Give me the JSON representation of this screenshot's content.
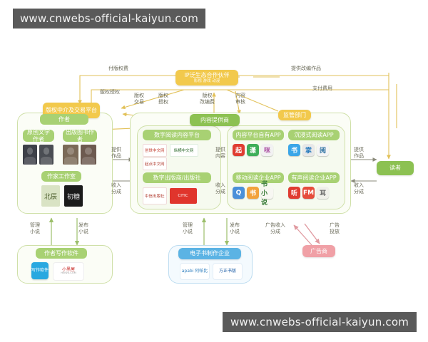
{
  "watermark": {
    "top": "www.cnwebs-official-kaiyun.com",
    "bottom": "www.cnwebs-official-kaiyun.com"
  },
  "colors": {
    "green": "#8cc152",
    "green_light": "#a8d173",
    "yellow": "#f2c94c",
    "pink": "#f0a0a6",
    "blue": "#5bb3e4",
    "frame": "#cfe0a8",
    "watermark_bg": "#5a5a5a"
  },
  "nodes": {
    "ip_partner": {
      "label": "IP泛生态合作伙伴",
      "sub": "影视  游戏  动漫"
    },
    "copyright_platform": {
      "label": "版权中介及交易平台"
    },
    "regulator": {
      "label": "监管部门"
    },
    "content_provider": {
      "label": "内容提供商"
    },
    "author": {
      "label": "作者"
    },
    "author_original": {
      "label": "原创文学作者"
    },
    "author_published": {
      "label": "出版图书作者"
    },
    "author_studio": {
      "label": "作家工作室"
    },
    "writing_software": {
      "label": "作者写作软件"
    },
    "reader": {
      "label": "读者"
    },
    "advertiser": {
      "label": "广告商"
    },
    "ebook_maker": {
      "label": "电子书制作企业"
    },
    "digital_reading_platform": {
      "label": "数字阅读内容平台"
    },
    "digital_publisher": {
      "label": "数字出版商/出版社"
    },
    "platform_own_app": {
      "label": "内容平台自有APP"
    },
    "immersive_reading_app": {
      "label": "沉浸式阅读APP"
    },
    "mobile_reading_app": {
      "label": "移动阅读企业APP"
    },
    "audio_reading_app": {
      "label": "有声阅读企业APP"
    }
  },
  "edge_labels": {
    "pay_royalty": "付版权费",
    "copyright_license": "版权授权",
    "copyright_trade": "版权\n交易",
    "copyright_auth": "版权\n授权",
    "copyright_adapt_fee": "版权\n改编费",
    "content_review": "内容\n审核",
    "provide_adapted_work": "提供改编作品",
    "pay_fee": "支付费用",
    "provide_work_left": "提供\n作品",
    "revenue_share_left": "收入\n分成",
    "provide_content": "提供\n内容",
    "revenue_share_mid": "收入\n分成",
    "provide_work_right": "提供\n作品",
    "revenue_share_right": "收入\n分成",
    "manage_novel_left": "管理\n小说",
    "publish_novel_left": "发布\n小说",
    "manage_novel_mid": "管理\n小说",
    "publish_novel_mid": "发布\n小说",
    "ad_revenue_share": "广告收入\n分成",
    "ad_placement": "广告\n投放"
  },
  "logos": {
    "author_photos": [
      "作者1",
      "作者2",
      "作者3",
      "作者4"
    ],
    "studio_books": [
      "北辰",
      "初糖"
    ],
    "writing_software": [
      "写作软件",
      "小黑屋"
    ],
    "writing_software_sub": "HEIWU.COM",
    "reading_platform": [
      "创世中文网",
      "起点中文网",
      "纵横中文网"
    ],
    "publishers": [
      "中信出版社",
      "CITIC"
    ],
    "platform_apps": [
      "起",
      "潇",
      "咪"
    ],
    "immersive_apps": [
      "书",
      "掌",
      "阅"
    ],
    "mobile_apps": [
      "Q",
      "书",
      "书小说"
    ],
    "audio_apps": [
      "听",
      "FM",
      "耳"
    ],
    "ebook_makers": [
      "apabi 阿帕比",
      "方正书版"
    ]
  }
}
